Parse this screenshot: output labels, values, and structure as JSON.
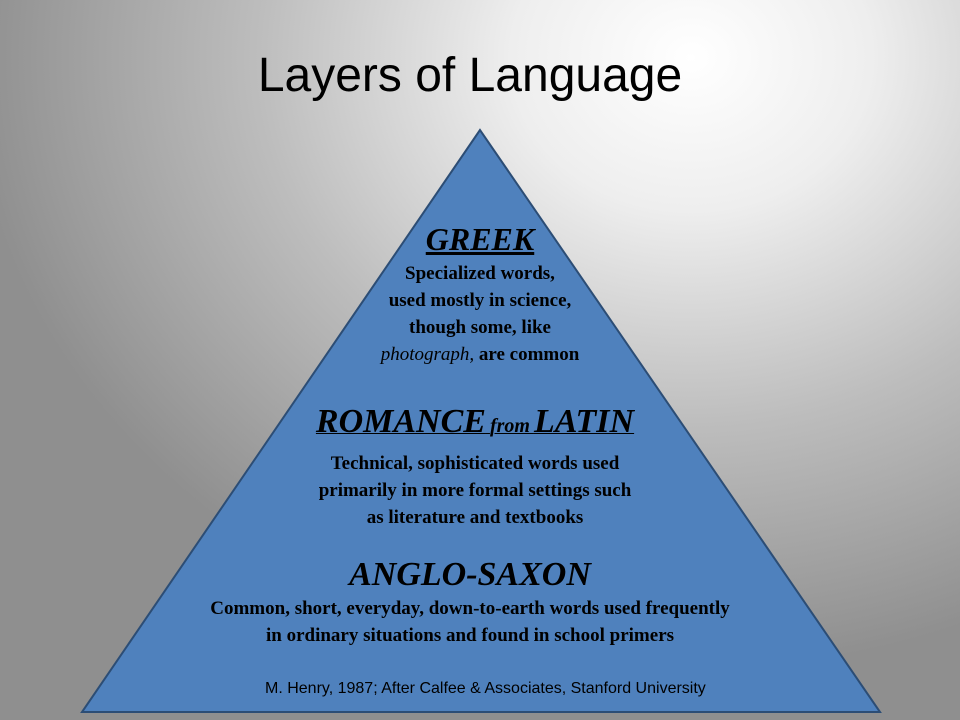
{
  "title": "Layers of Language",
  "layers": {
    "greek": {
      "heading": "GREEK",
      "line1": "Specialized words,",
      "line2": "used mostly in science,",
      "line3": "though some, like",
      "example": "photograph,",
      "line4_rest": "are common"
    },
    "romance": {
      "heading_part1": "ROMANCE",
      "heading_from": "from",
      "heading_part2": "LATIN",
      "line1": "Technical, sophisticated words used",
      "line2": "primarily in more formal settings such",
      "line3": "as literature and textbooks"
    },
    "anglo_saxon": {
      "heading": "ANGLO-SAXON",
      "line1": "Common, short, everyday, down-to-earth words used frequently",
      "line2": "in ordinary situations and found in school primers"
    }
  },
  "citation": "M. Henry, 1987; After Calfee & Associates, Stanford University",
  "colors": {
    "pyramid_fill": "#4f81bd",
    "pyramid_stroke": "#2c4d75"
  }
}
